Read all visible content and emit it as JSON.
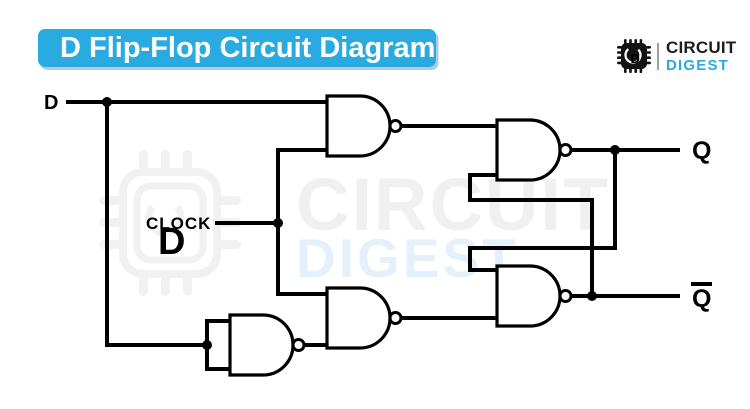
{
  "banner": {
    "title": "D Flip-Flop Circuit Diagram",
    "bg_color": "#29ABE2",
    "text_color": "#FFFFFF"
  },
  "logo": {
    "top": "CIRCUIT",
    "bottom": "DIGEST",
    "monogram_d": "D",
    "accent_color": "#29ABE2",
    "text_color": "#1D1D1F"
  },
  "watermark": {
    "top": "CIRCUIT",
    "bottom": "DIGEST",
    "monogram_d": "D"
  },
  "diagram": {
    "labels": {
      "d": "D",
      "clock": "CLOCK",
      "q": "Q",
      "q_bar": "Q"
    },
    "line_color": "#000000",
    "circuit": {
      "type": "D flip-flop",
      "gate_type": "NAND",
      "gate_count": 5,
      "inputs": [
        "D",
        "CLOCK"
      ],
      "outputs": [
        "Q",
        "Q̄"
      ]
    }
  }
}
